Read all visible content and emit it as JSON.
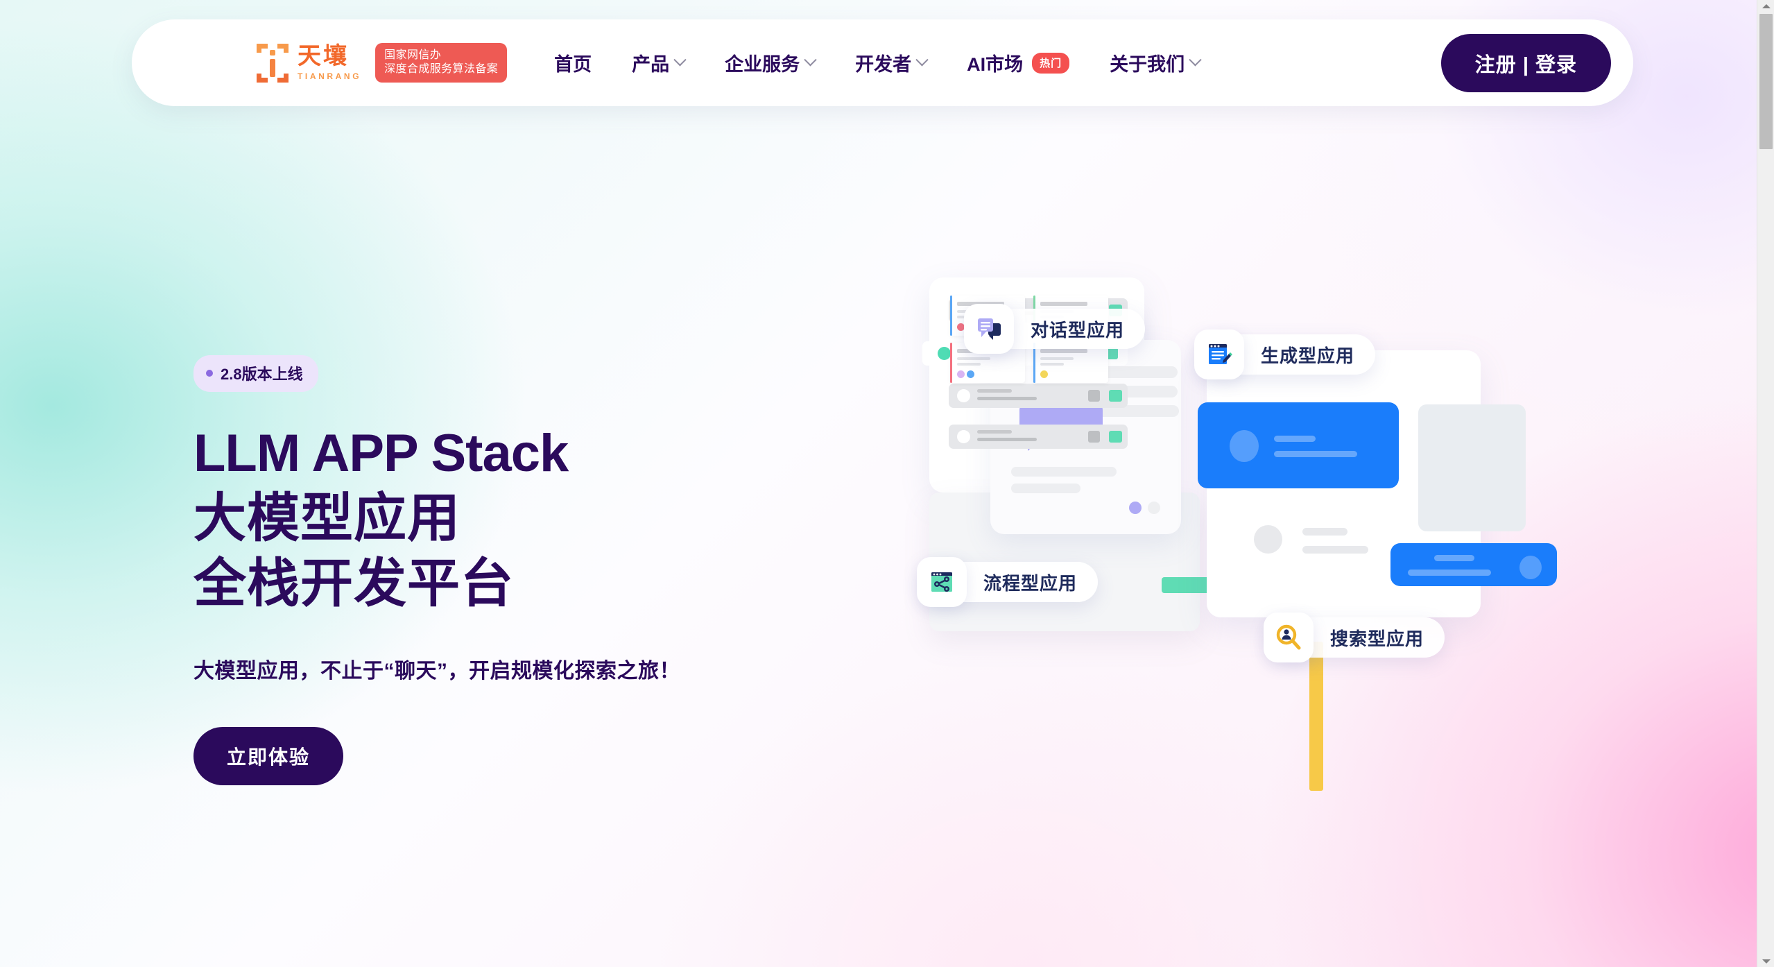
{
  "header": {
    "brand": {
      "name_cn": "天壤",
      "name_en": "TIANRANG",
      "logo_icon": "tianrang-bracket-logo-icon"
    },
    "filing_badge": "国家网信办\n深度合成服务算法备案",
    "nav_items": [
      {
        "label": "首页",
        "has_caret": false,
        "badge": ""
      },
      {
        "label": "产品",
        "has_caret": true,
        "badge": ""
      },
      {
        "label": "企业服务",
        "has_caret": true,
        "badge": ""
      },
      {
        "label": "开发者",
        "has_caret": true,
        "badge": ""
      },
      {
        "label": "AI市场",
        "has_caret": false,
        "badge": "热门"
      },
      {
        "label": "关于我们",
        "has_caret": true,
        "badge": ""
      }
    ],
    "auth_button": "注册 | 登录"
  },
  "hero": {
    "version_badge": "2.8版本上线",
    "title_line1": "LLM APP Stack",
    "title_line2": "大模型应用",
    "title_line3": "全栈开发平台",
    "subtitle": "大模型应用，不止于“聊天”，开启规模化探索之旅！",
    "cta_button": "立即体验"
  },
  "illustration": {
    "labels": [
      {
        "text": "对话型应用",
        "icon": "chat-bubble-icon"
      },
      {
        "text": "生成型应用",
        "icon": "document-pencil-icon"
      },
      {
        "text": "流程型应用",
        "icon": "workflow-share-icon"
      },
      {
        "text": "搜索型应用",
        "icon": "search-person-icon"
      }
    ]
  },
  "colors": {
    "brand_orange": "#f2682a",
    "brand_orange_light": "#f79a4b",
    "filing_red": "#ee5a54",
    "hot_red": "#f4504f",
    "deep_purple": "#2b0a5c",
    "accent_blue": "#1a7dfb",
    "accent_teal": "#5fdcb4",
    "accent_yellow": "#f7c948",
    "badge_lavender": "#ece4fb",
    "bg_mint": "#e6f8f6",
    "bg_pink": "#fde8f5"
  },
  "scrollbar": {
    "up_arrow": "scroll-up-arrow-icon",
    "down_arrow": "scroll-down-arrow-icon"
  }
}
